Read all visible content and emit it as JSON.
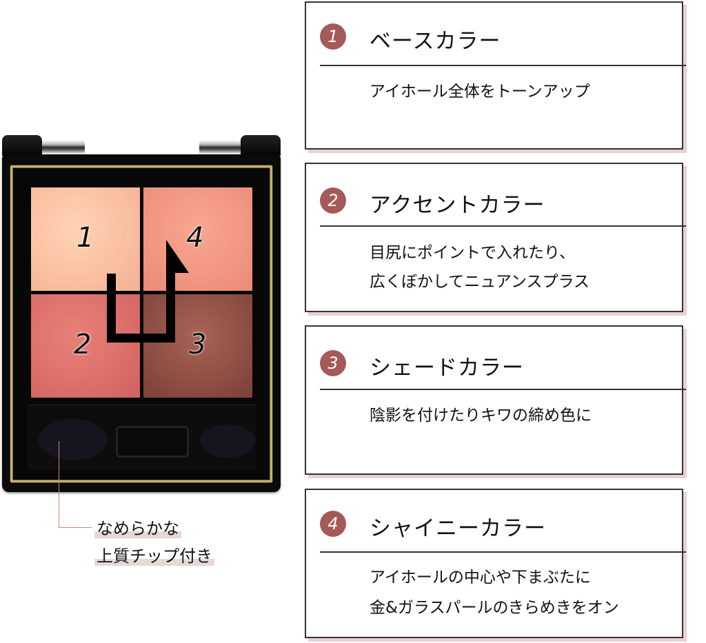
{
  "palette": {
    "pans": [
      {
        "number": "1",
        "color": "#f8c2a4"
      },
      {
        "number": "2",
        "color": "#dc6e69"
      },
      {
        "number": "3",
        "color": "#8e4e44"
      },
      {
        "number": "4",
        "color": "#f19682"
      }
    ],
    "case_color": "#0a0a0a",
    "trim_color": "#c9b16a"
  },
  "callout": {
    "lines": [
      "なめらかな",
      "上質チップ付き"
    ],
    "highlight_color": "#e8d7d7",
    "leader_color": "#c98b6e"
  },
  "steps": [
    {
      "number": "1",
      "title": "ベースカラー",
      "desc": [
        "アイホール全体をトーンアップ"
      ]
    },
    {
      "number": "2",
      "title": "アクセントカラー",
      "desc": [
        "目尻にポイントで入れたり、",
        "広くぼかしてニュアンスプラス"
      ]
    },
    {
      "number": "3",
      "title": "シェードカラー",
      "desc": [
        "陰影を付けたりキワの締め色に"
      ]
    },
    {
      "number": "4",
      "title": "シャイニーカラー",
      "desc": [
        "アイホールの中心や下まぶたに",
        "金&ガラスパールのきらめきをオン"
      ]
    }
  ],
  "badge_color": "#a45a58",
  "box_shadow_color": "#ead0d0"
}
